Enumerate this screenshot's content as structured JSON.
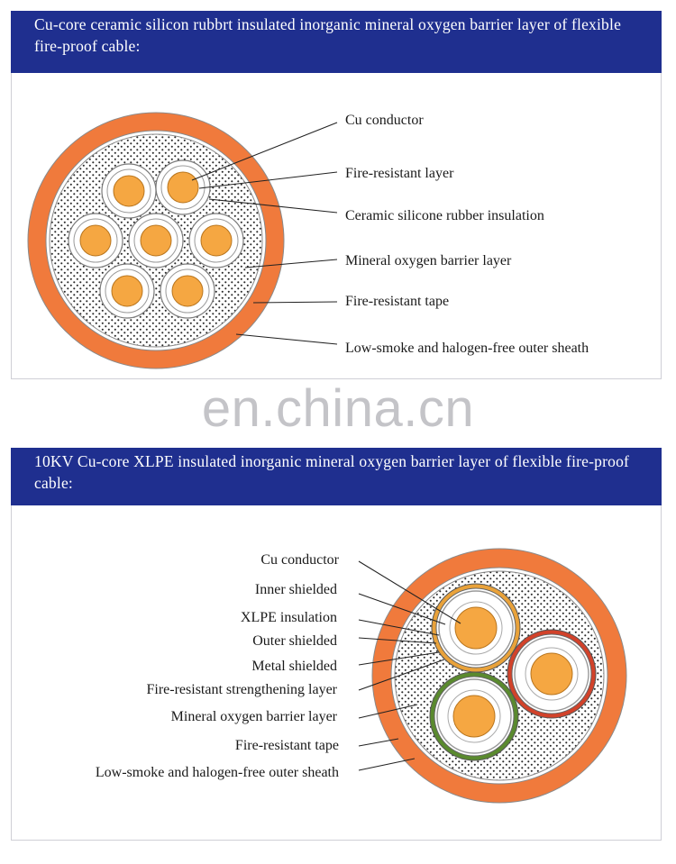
{
  "panel1": {
    "title": "Cu-core ceramic silicon rubbrt insulated inorganic mineral oxygen barrier layer of flexible fire-proof cable:",
    "labels": [
      "Cu conductor",
      "Fire-resistant layer",
      "Ceramic silicone rubber insulation",
      "Mineral oxygen barrier layer",
      "Fire-resistant tape",
      "Low-smoke and halogen-free outer sheath"
    ]
  },
  "watermark": "en.china.cn",
  "panel2": {
    "title": "10KV Cu-core XLPE insulated inorganic mineral oxygen barrier layer of flexible fire-proof cable:",
    "labels": [
      "Cu conductor",
      "Inner shielded",
      "XLPE insulation",
      "Outer shielded",
      "Metal shielded",
      "Fire-resistant strengthening layer",
      "Mineral oxygen barrier layer",
      "Fire-resistant tape",
      "Low-smoke and halogen-free outer sheath"
    ]
  },
  "colors": {
    "header": "#1f2f8f",
    "sheath": "#f07a3c",
    "conductor": "#f5a742",
    "phase_outer_1": "#e9a23a",
    "phase_outer_2": "#d2422a",
    "phase_outer_3": "#5a8a2e"
  }
}
